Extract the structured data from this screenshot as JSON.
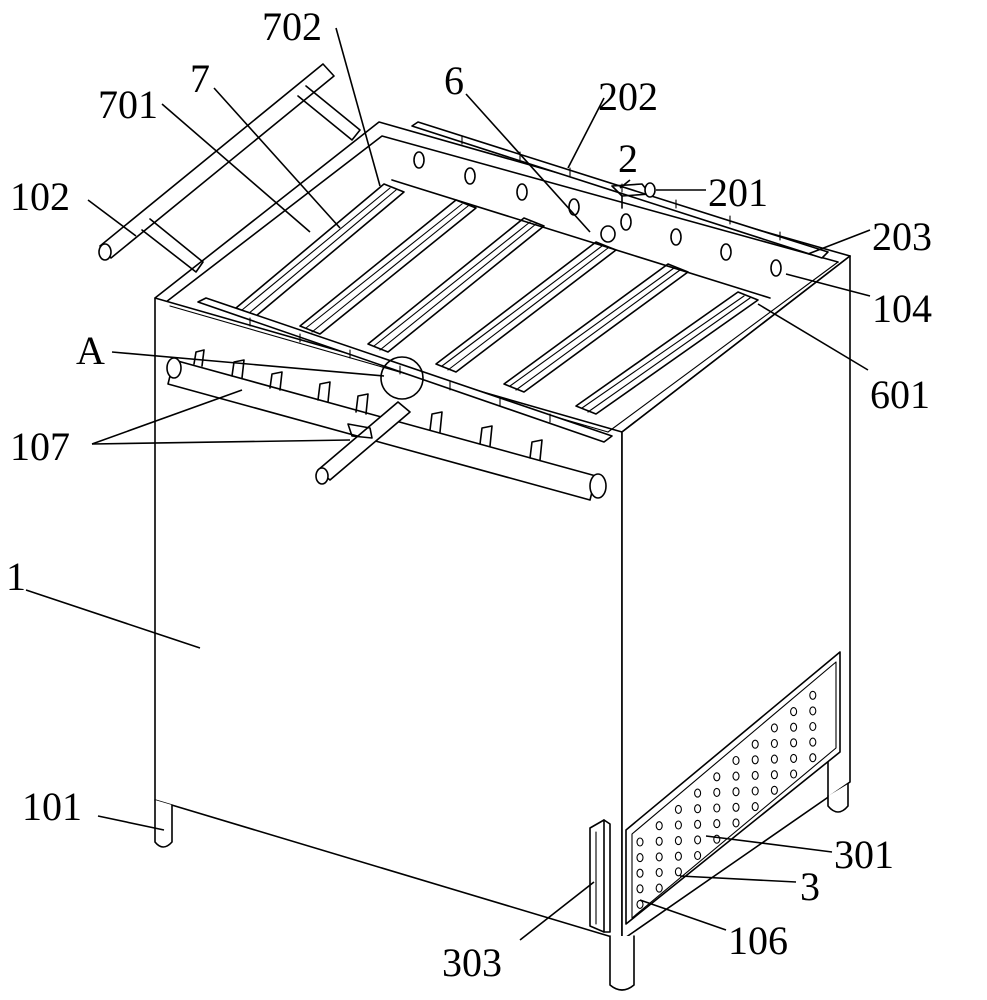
{
  "labels": {
    "l702": "702",
    "l7": "7",
    "l6": "6",
    "l202": "202",
    "l701": "701",
    "l2": "2",
    "l201": "201",
    "l102": "102",
    "l203": "203",
    "l104": "104",
    "lA": "A",
    "l601": "601",
    "l107": "107",
    "l1": "1",
    "l101": "101",
    "l301": "301",
    "l3": "3",
    "l303": "303",
    "l106": "106"
  }
}
